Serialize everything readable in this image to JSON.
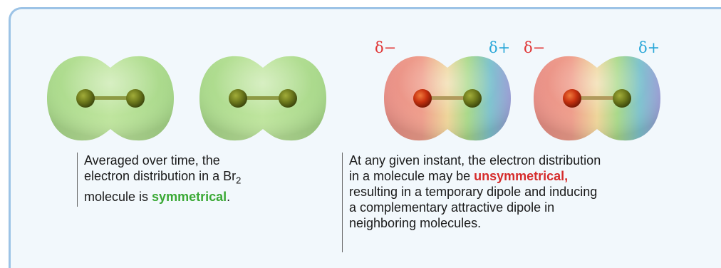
{
  "colors": {
    "panel_bg": "#f2f8fc",
    "panel_border": "#9cc3e6",
    "delta_minus": "#e03535",
    "delta_plus": "#2aa7d8",
    "symmetrical": "#3aa935",
    "unsymmetrical": "#d52b2b"
  },
  "left": {
    "caption": {
      "line1": "Averaged over time, the",
      "line2_pre": "electron distribution in a Br",
      "line2_sub": "2",
      "line3_pre": "molecule is ",
      "highlight": "symmetrical",
      "line3_post": "."
    }
  },
  "right": {
    "labels": {
      "mol1_minus": "δ−",
      "mol1_plus": "δ+",
      "mol2_minus": "δ−",
      "mol2_plus": "δ+"
    },
    "caption": {
      "line1": "At any given instant, the electron distribution",
      "line2_pre": "in a molecule may be ",
      "highlight": "unsymmetrical",
      "line2_post": ",",
      "line3": "resulting in a temporary dipole and inducing",
      "line4": "a complementary attractive dipole in",
      "line5": "neighboring molecules."
    }
  }
}
